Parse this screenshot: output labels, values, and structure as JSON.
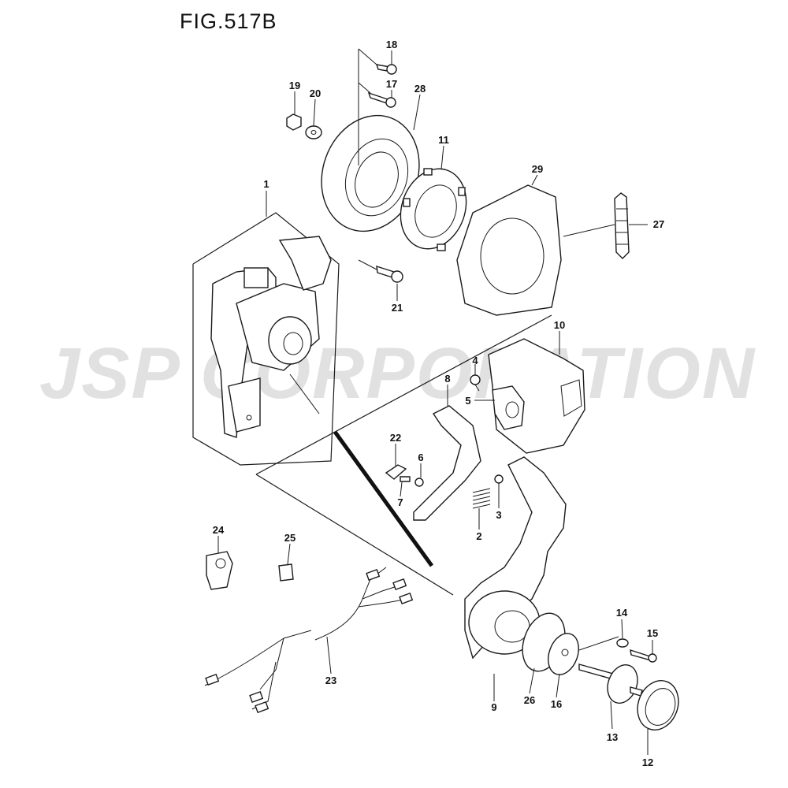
{
  "figure": {
    "title": "FIG.517B"
  },
  "watermark": {
    "text": "JSP CORPORATION"
  },
  "callouts": {
    "c1": "1",
    "c2": "2",
    "c3": "3",
    "c4": "4",
    "c5": "5",
    "c6": "6",
    "c7": "7",
    "c8": "8",
    "c9": "9",
    "c10": "10",
    "c11": "11",
    "c12": "12",
    "c13": "13",
    "c14": "14",
    "c15": "15",
    "c16": "16",
    "c17": "17",
    "c18": "18",
    "c19": "19",
    "c20": "20",
    "c21": "21",
    "c22": "22",
    "c23": "23",
    "c24": "24",
    "c25": "25",
    "c26": "26",
    "c27": "27",
    "c28": "28",
    "c29": "29"
  },
  "colors": {
    "line": "#1a1a1a",
    "watermark": "#d8d8d8",
    "background": "#ffffff"
  }
}
